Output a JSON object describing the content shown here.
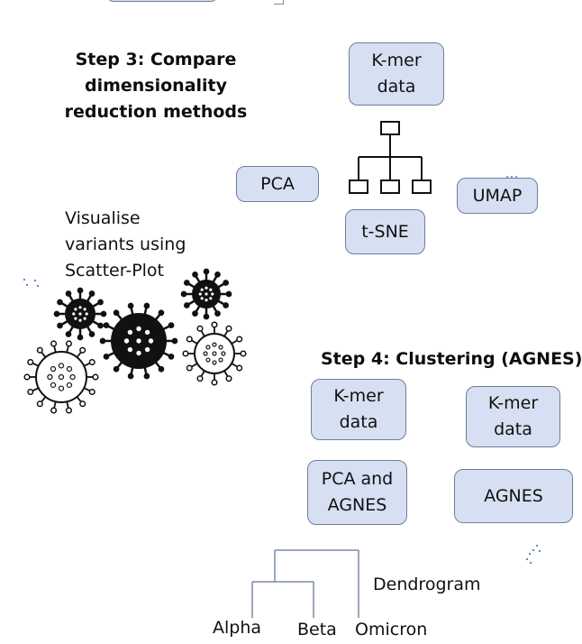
{
  "step3": {
    "heading": "Step 3: Compare dimensionality\nreduction methods",
    "kmer_box": "K-mer\ndata",
    "pca_box": "PCA",
    "tsne_box": "t-SNE",
    "umap_box": "UMAP"
  },
  "visualise": {
    "text": "Visualise\nvariants using\nScatter-Plot"
  },
  "step4": {
    "heading": "Step 4: Clustering (AGNES)",
    "kmer_box_left": "K-mer\ndata",
    "kmer_box_right": "K-mer\ndata",
    "pca_agnes_box": "PCA and\nAGNES",
    "agnes_box": "AGNES"
  },
  "dendrogram": {
    "label": "Dendrogram",
    "leaves": [
      "Alpha",
      "Beta",
      "Omicron"
    ]
  },
  "colors": {
    "box_fill": "#d6e0f2",
    "box_border": "#6f7f9a",
    "line": "#7a8aa8",
    "dot_accent": "#4a7fc1"
  },
  "icons": [
    "tree-hierarchy-icon",
    "virus-icon"
  ]
}
